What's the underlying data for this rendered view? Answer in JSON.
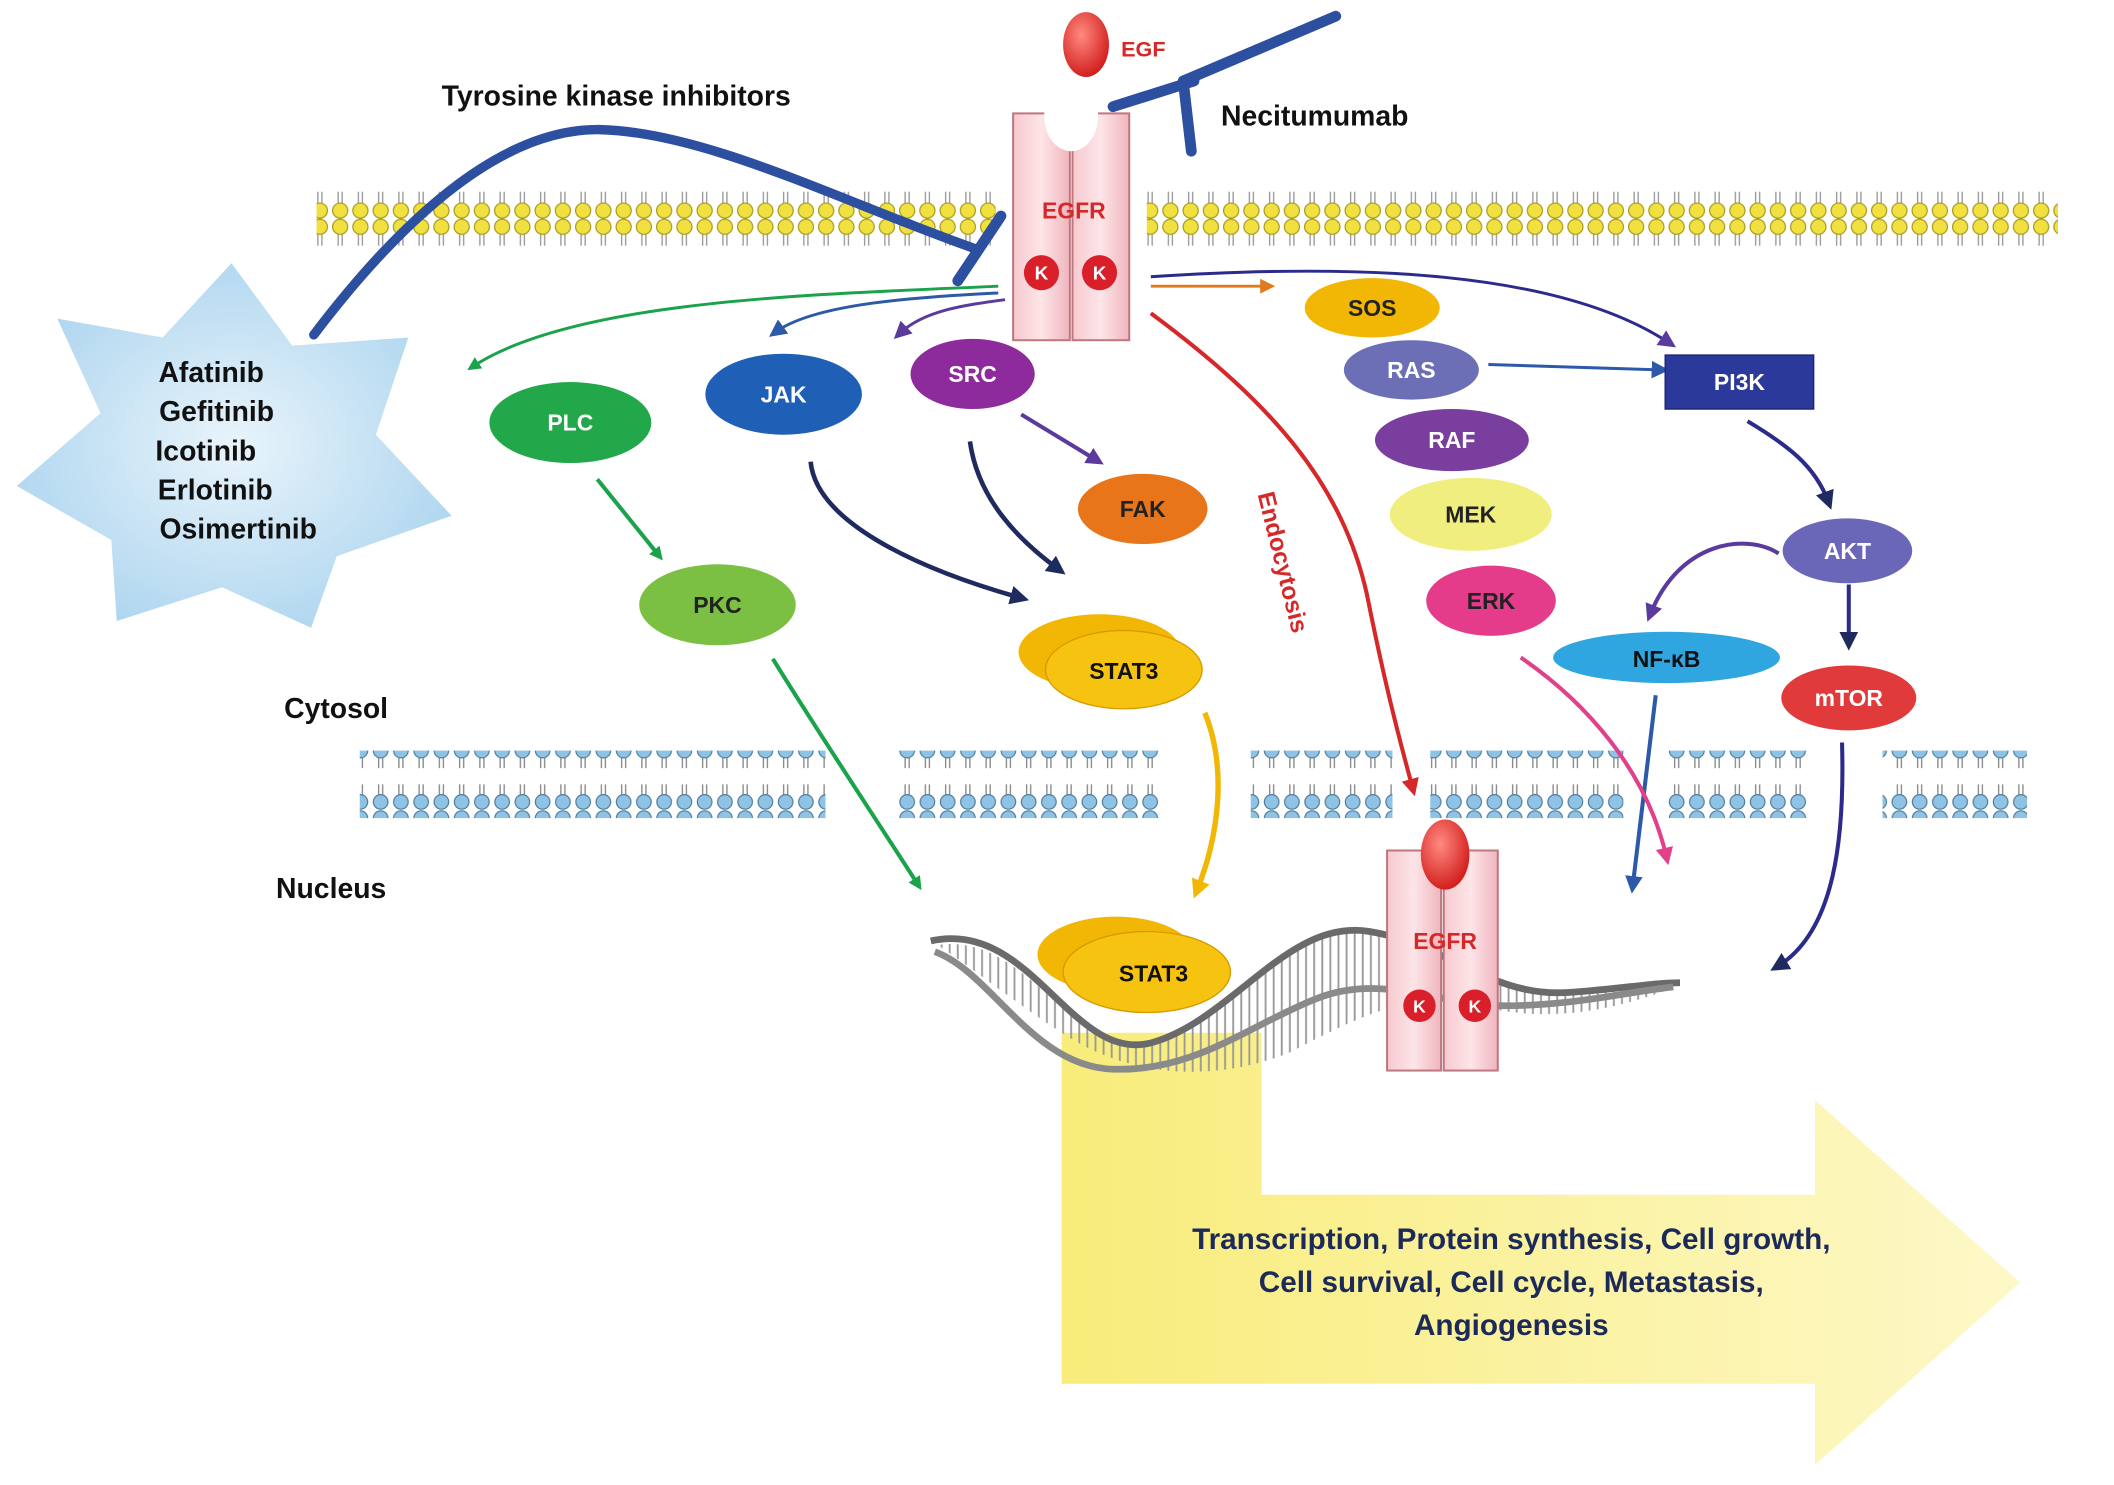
{
  "ligand": {
    "name": "EGF"
  },
  "antibody": {
    "name": "Necitumumab"
  },
  "tki": {
    "label": "Tyrosine kinase inhibitors",
    "drugs": [
      "Afatinib",
      "Gefitinib",
      "Icotinib",
      "Erlotinib",
      "Osimertinib"
    ]
  },
  "receptor": {
    "name": "EGFR",
    "kinase": "K"
  },
  "compartments": {
    "cytosol": "Cytosol",
    "nucleus": "Nucleus"
  },
  "process": {
    "endocytosis": "Endocytosis"
  },
  "nodes": {
    "plc": "PLC",
    "pkc": "PKC",
    "jak": "JAK",
    "src": "SRC",
    "fak": "FAK",
    "stat3": "STAT3",
    "sos": "SOS",
    "ras": "RAS",
    "raf": "RAF",
    "mek": "MEK",
    "erk": "ERK",
    "pi3k": "PI3K",
    "akt": "AKT",
    "nfkb": "NF-κB",
    "mtor": "mTOR"
  },
  "nuclear_stat3": "STAT3",
  "outcomes": {
    "line1": "Transcription, Protein synthesis, Cell growth,",
    "line2": "Cell survival, Cell cycle, Metastasis,",
    "line3": "Angiogenesis"
  },
  "colors": {
    "green": "#1aa34a",
    "navy": "#1f2a5e",
    "purple": "#5b3a9e",
    "blue": "#2c5aa8",
    "red": "#d62828",
    "pink": "#e0418a",
    "orange": "#e07a1c",
    "yellow": "#f2b705",
    "membrane_head": "#f0e040",
    "nuclear_head": "#8ec3e6",
    "tki_blue": "#2c4fa0"
  }
}
